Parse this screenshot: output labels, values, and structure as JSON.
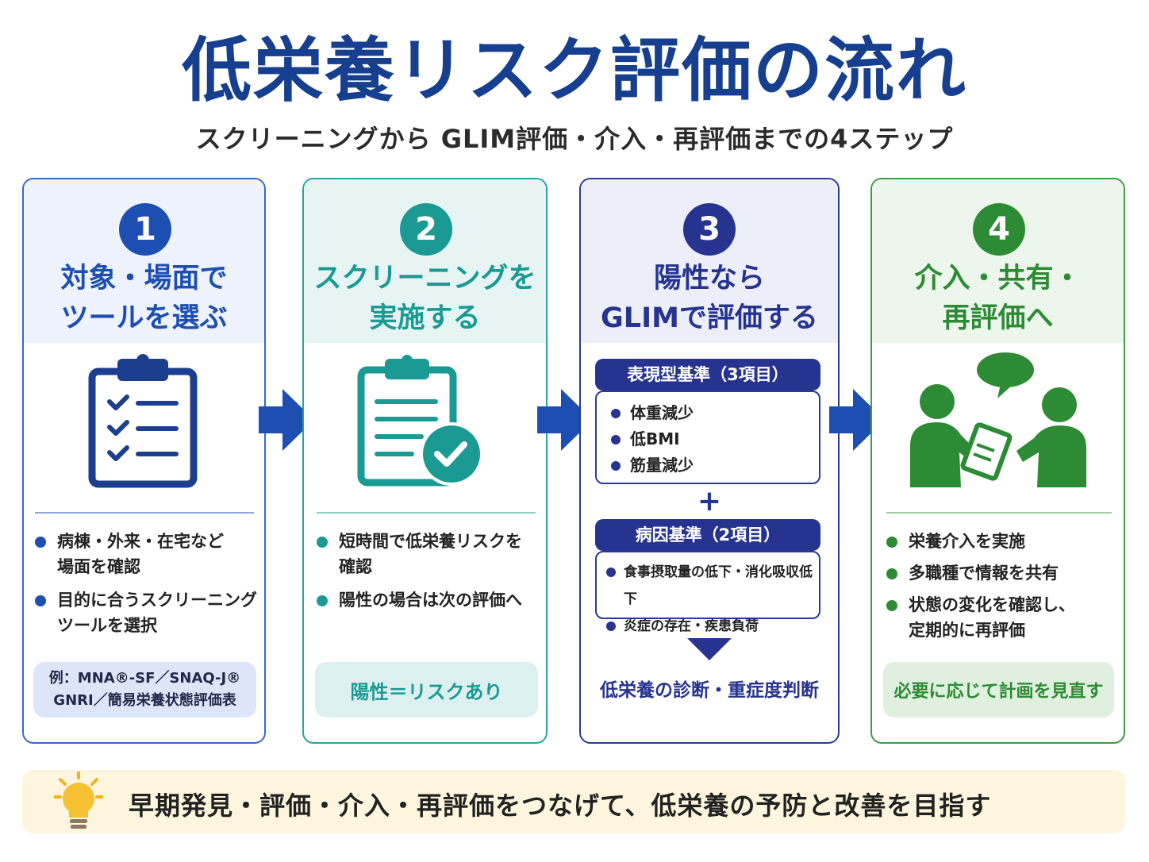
{
  "title": "低栄養リスク評価の流れ",
  "subtitle": "スクリーニングから GLIM評価・介入・再評価までの4ステップ",
  "colors": {
    "blue": "#1d4fb3",
    "teal": "#1a9a93",
    "indigo": "#26348f",
    "green": "#2e8b35",
    "title": "#163f8f"
  },
  "steps": [
    {
      "number": "1",
      "title_line1": "対象・場面で",
      "title_line2": "ツールを選ぶ",
      "icon": "clipboard-checklist-icon",
      "bullets": [
        {
          "line1": "病棟・外来・在宅など",
          "line2": "場面を確認"
        },
        {
          "line1": "目的に合うスクリーニング",
          "line2": "ツールを選択"
        }
      ],
      "note_line1": "例：MNA®-SF／SNAQ-J®",
      "note_line2": "GNRI／簡易栄養状態評価表"
    },
    {
      "number": "2",
      "title_line1": "スクリーニングを",
      "title_line2": "実施する",
      "icon": "clipboard-check-icon",
      "bullets": [
        {
          "line1": "短時間で低栄養リスクを",
          "line2": "確認"
        },
        {
          "line1": "陽性の場合は次の評価へ",
          "line2": ""
        }
      ],
      "note_line1": "陽性＝リスクあり"
    },
    {
      "number": "3",
      "title_line1": "陽性なら",
      "title_line2": "GLIMで評価する",
      "phenotypic_title": "表現型基準（3項目）",
      "phenotypic_items": [
        "体重減少",
        "低BMI",
        "筋量減少"
      ],
      "plus": "+",
      "etiologic_title": "病因基準（2項目）",
      "etiologic_items": [
        "食事摂取量の低下・消化吸収低下",
        "炎症の存在・疾患負荷"
      ],
      "result": "低栄養の診断・重症度判断"
    },
    {
      "number": "4",
      "title_line1": "介入・共有・",
      "title_line2": "再評価へ",
      "icon": "consultation-icon",
      "bullets": [
        {
          "line1": "栄養介入を実施",
          "line2": ""
        },
        {
          "line1": "多職種で情報を共有",
          "line2": ""
        },
        {
          "line1": "状態の変化を確認し、",
          "line2": "定期的に再評価"
        }
      ],
      "note_line1": "必要に応じて計画を見直す"
    }
  ],
  "footer": {
    "icon": "lightbulb-icon",
    "text": "早期発見・評価・介入・再評価をつなげて、低栄養の予防と改善を目指す"
  }
}
